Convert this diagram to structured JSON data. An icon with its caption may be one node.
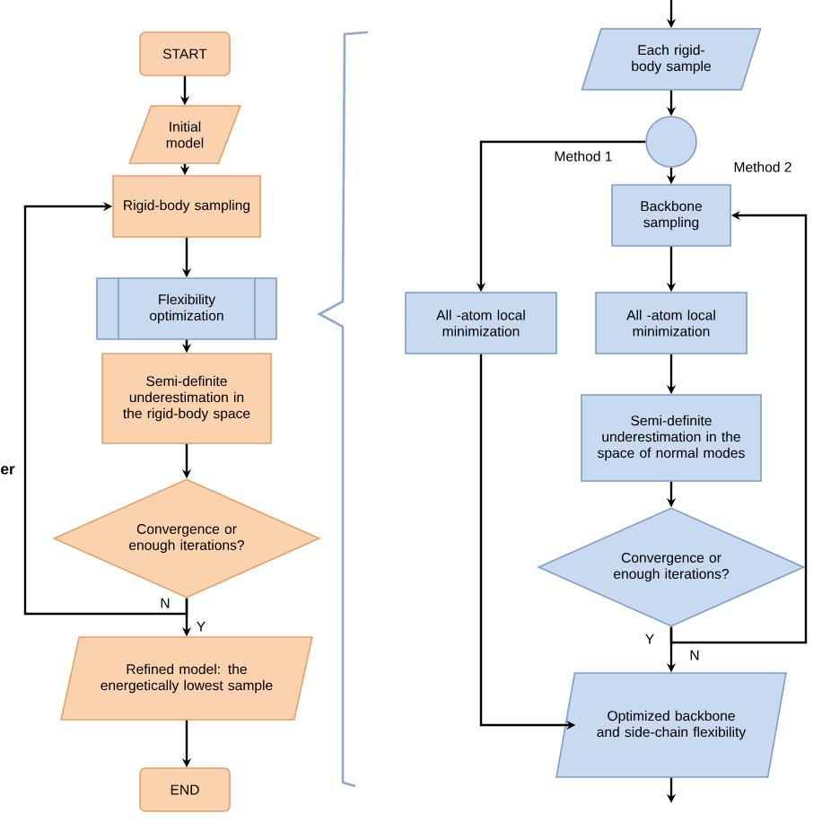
{
  "diagram": {
    "nodes": [
      {
        "text": [
          "START"
        ]
      },
      {
        "text": [
          "Initial model"
        ]
      },
      {
        "text": [
          "Rigid-body sampling"
        ]
      },
      {
        "text": [
          "Flexibility optimization"
        ]
      },
      {
        "text": [
          "Semi-definite underestimation in the rigid-body space"
        ]
      },
      {
        "text": [
          "Convergence or enough iterations?"
        ]
      },
      {
        "text": [
          "Refined model: the energetically lowest sample"
        ]
      },
      {
        "text": [
          "END"
        ]
      },
      {
        "text": [
          "Each rigid-body sample"
        ]
      },
      {
        "text": [],
        "shape": "circle"
      },
      {
        "text": [
          "All -atom local minimization"
        ]
      },
      {
        "text": [
          "Backbone sampling"
        ]
      },
      {
        "text": [
          "All -atom local minimization"
        ]
      },
      {
        "text": [
          "Semi-definite underestimation in the space of normal modes"
        ]
      },
      {
        "text": [
          "Convergence or enough iterations?"
        ]
      },
      {
        "text": [
          "Optimized backbone and side-chain flexibility"
        ]
      }
    ],
    "edges": [
      {
        "from": 0,
        "to": 1,
        "arrow": "to"
      },
      {
        "from": 1,
        "to": 2,
        "arrow": "to"
      },
      {
        "from": 2,
        "to": 3,
        "arrow": "to"
      },
      {
        "from": 3,
        "to": 4,
        "arrow": "to"
      },
      {
        "from": 4,
        "to": 5,
        "arrow": "to"
      },
      {
        "from": 5,
        "to": 2,
        "arrow": "to",
        "label": "N"
      },
      {
        "from": 5,
        "to": 6,
        "arrow": "to",
        "label": "Y"
      },
      {
        "from": 6,
        "to": 7,
        "arrow": "to"
      },
      {
        "from": null,
        "to": 8,
        "arrow": "to"
      },
      {
        "from": 8,
        "to": 9,
        "arrow": "to"
      },
      {
        "from": 9,
        "to": 10,
        "arrow": "to",
        "label": "Method 1"
      },
      {
        "from": 9,
        "to": 11,
        "arrow": "to",
        "label": "Method 2"
      },
      {
        "from": 11,
        "to": 12,
        "arrow": "to"
      },
      {
        "from": 12,
        "to": 13,
        "arrow": "to"
      },
      {
        "from": 13,
        "to": 14,
        "arrow": "to"
      },
      {
        "from": 14,
        "to": 11,
        "arrow": "to",
        "label": "N"
      },
      {
        "from": 14,
        "to": 15,
        "arrow": "to",
        "label": "Y"
      },
      {
        "from": 10,
        "to": 15,
        "arrow": "to"
      },
      {
        "from": 15,
        "to": null,
        "arrow": "to"
      }
    ],
    "labels": [
      "er"
    ]
  }
}
